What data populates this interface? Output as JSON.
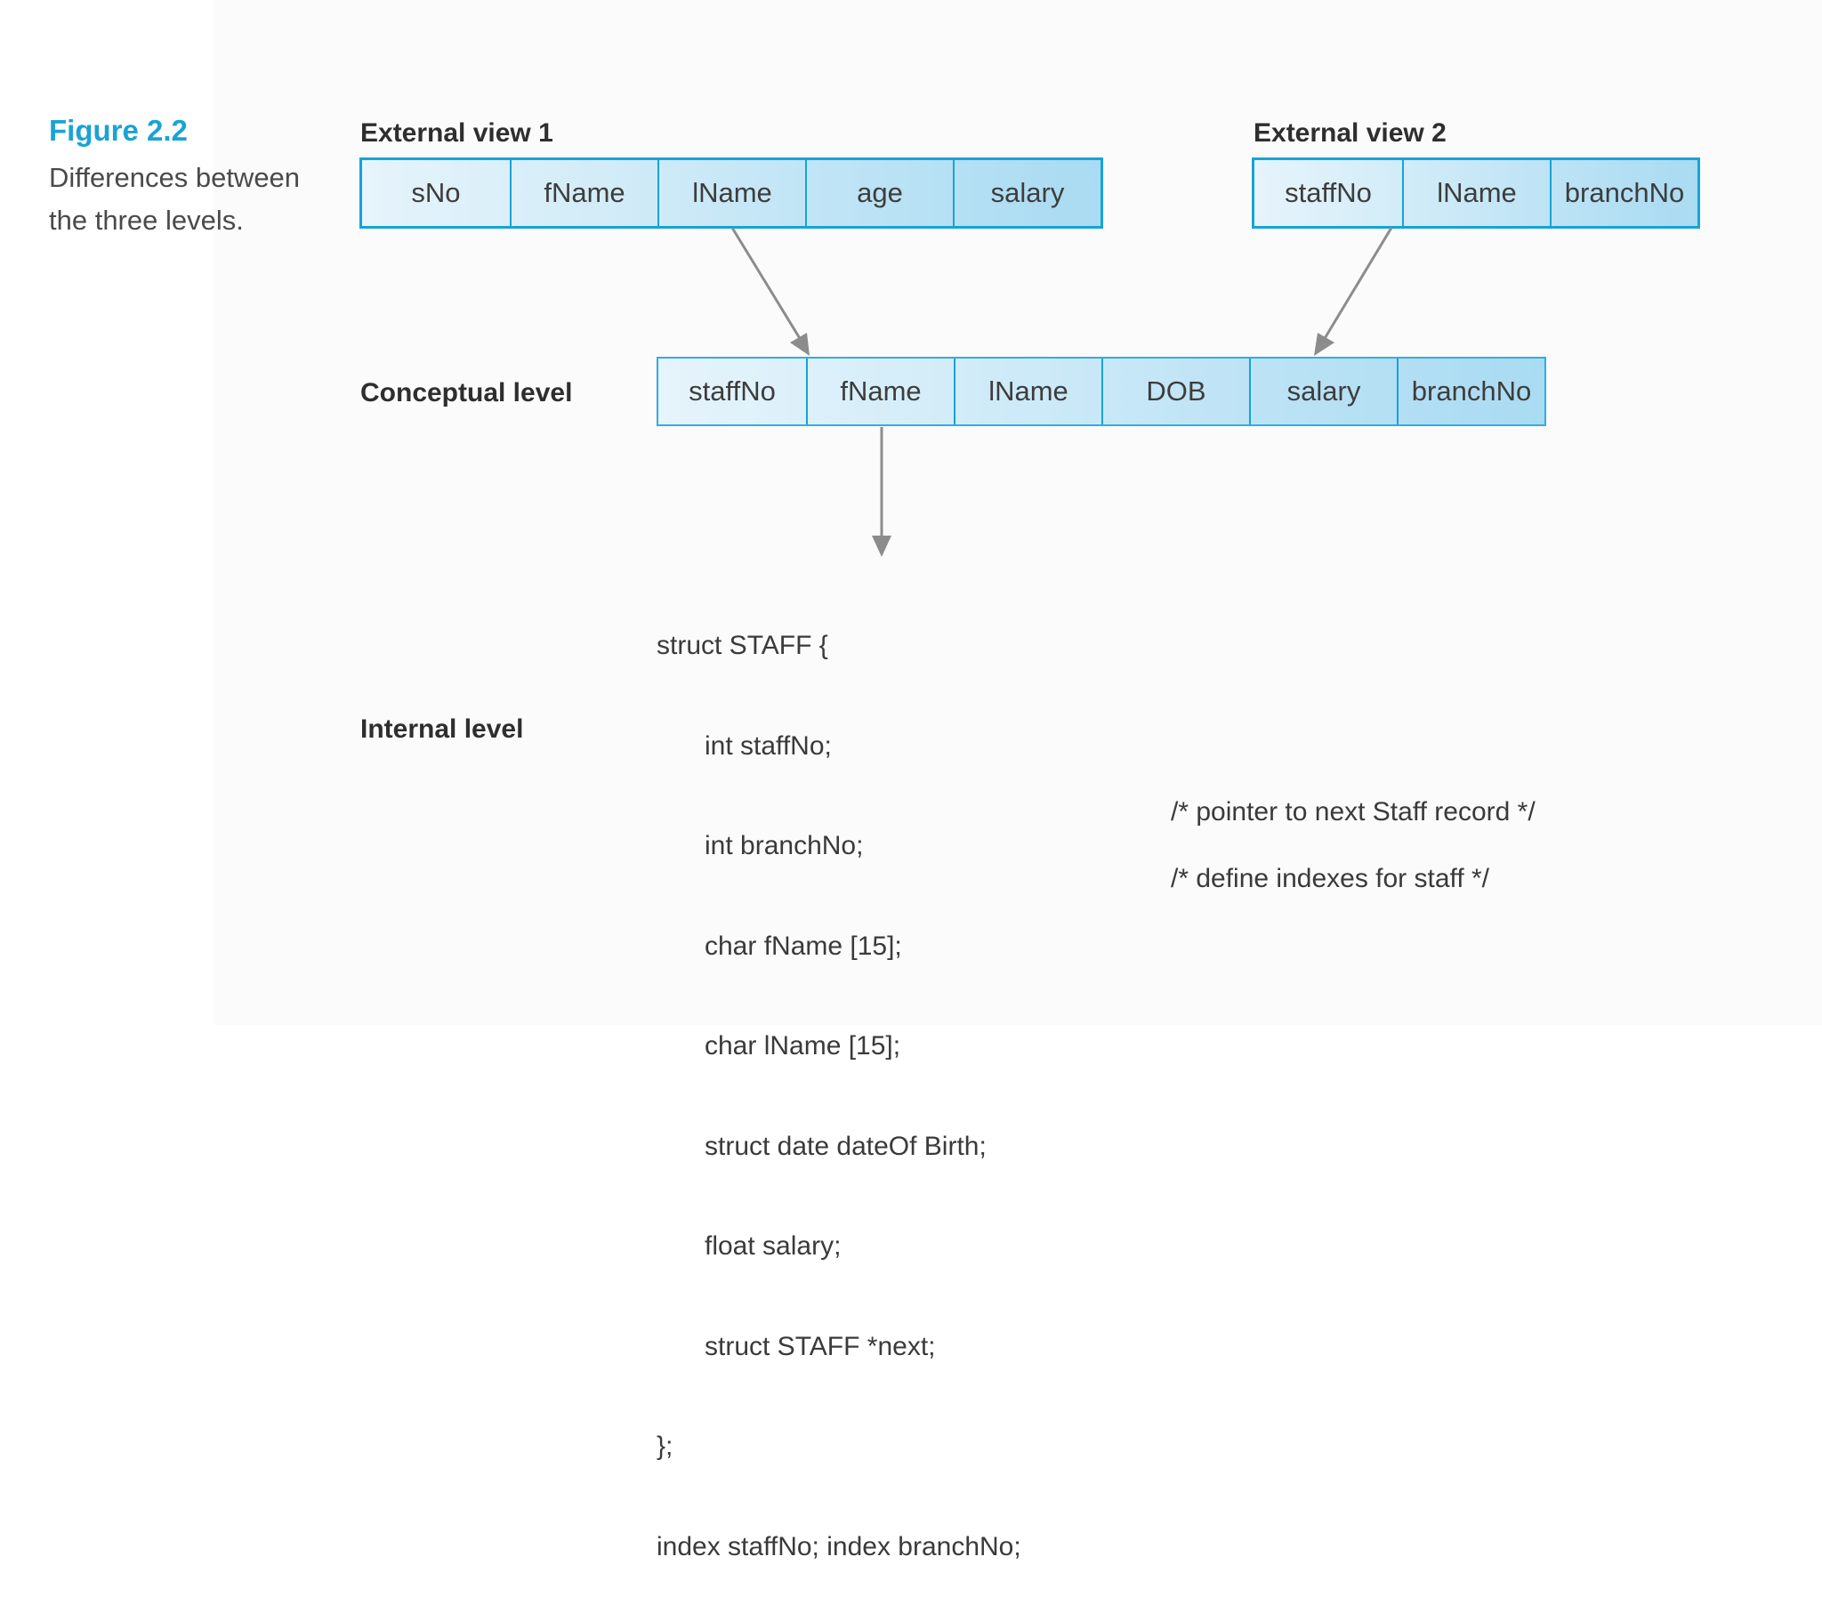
{
  "figure": {
    "title": "Figure 2.2",
    "caption_line1": "Differences between",
    "caption_line2": "the three levels."
  },
  "external_view_1": {
    "label": "External view 1",
    "fields": [
      "sNo",
      "fName",
      "lName",
      "age",
      "salary"
    ]
  },
  "external_view_2": {
    "label": "External view 2",
    "fields": [
      "staffNo",
      "lName",
      "branchNo"
    ]
  },
  "conceptual_level": {
    "label": "Conceptual level",
    "fields": [
      "staffNo",
      "fName",
      "lName",
      "DOB",
      "salary",
      "branchNo"
    ]
  },
  "internal_level": {
    "label": "Internal level",
    "code_lines": [
      "struct STAFF {",
      "int staffNo;",
      "int branchNo;",
      "char fName [15];",
      "char lName [15];",
      "struct date dateOf Birth;",
      "float salary;",
      "struct STAFF *next;",
      "};",
      "index staffNo; index branchNo;"
    ],
    "comment_pointer": "/* pointer to next Staff record */",
    "comment_indexes": "/* define indexes for staff */"
  },
  "colors": {
    "accent": "#1aa3d3",
    "cell_border": "#17a3d6",
    "arrow": "#8c8c8c",
    "cell_gradient_start": "#e6f4fb",
    "cell_gradient_end": "#a9dbf2"
  }
}
